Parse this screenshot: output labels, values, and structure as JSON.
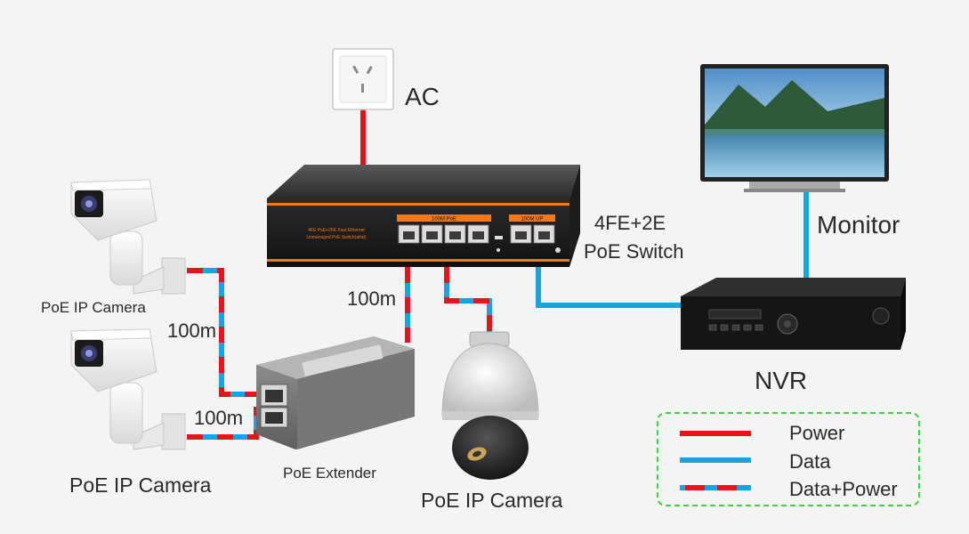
{
  "labels": {
    "ac": "AC",
    "switch_line1": "4FE+2E",
    "switch_line2": "PoE Switch",
    "monitor": "Monitor",
    "nvr": "NVR",
    "camera_top": "PoE IP Camera",
    "camera_bottom": "PoE IP Camera",
    "camera_dome": "PoE IP Camera",
    "extender": "PoE Extender",
    "dist_switch_extender": "100m",
    "dist_camera_top": "100m",
    "dist_camera_bottom": "100m"
  },
  "switch_panel": {
    "poe_group": "100M PoE",
    "uplink_group": "100M UP",
    "model_line1": "4FE PoE+2FE Fast Ethernet",
    "model_line2": "Unmanaged PoE Switch(af/at)"
  },
  "legend": {
    "power": "Power",
    "data": "Data",
    "data_power": "Data+Power"
  },
  "colors": {
    "power": "#e8141b",
    "data": "#1aa3e3",
    "legend_border": "#3cd43c",
    "switch_accent": "#f07a1a"
  },
  "icons": {
    "outlet": "ac-outlet-icon",
    "switch": "poe-switch-icon",
    "monitor": "monitor-icon",
    "nvr": "nvr-icon",
    "bullet_camera": "bullet-camera-icon",
    "dome_camera": "dome-camera-icon",
    "extender": "poe-extender-icon"
  }
}
